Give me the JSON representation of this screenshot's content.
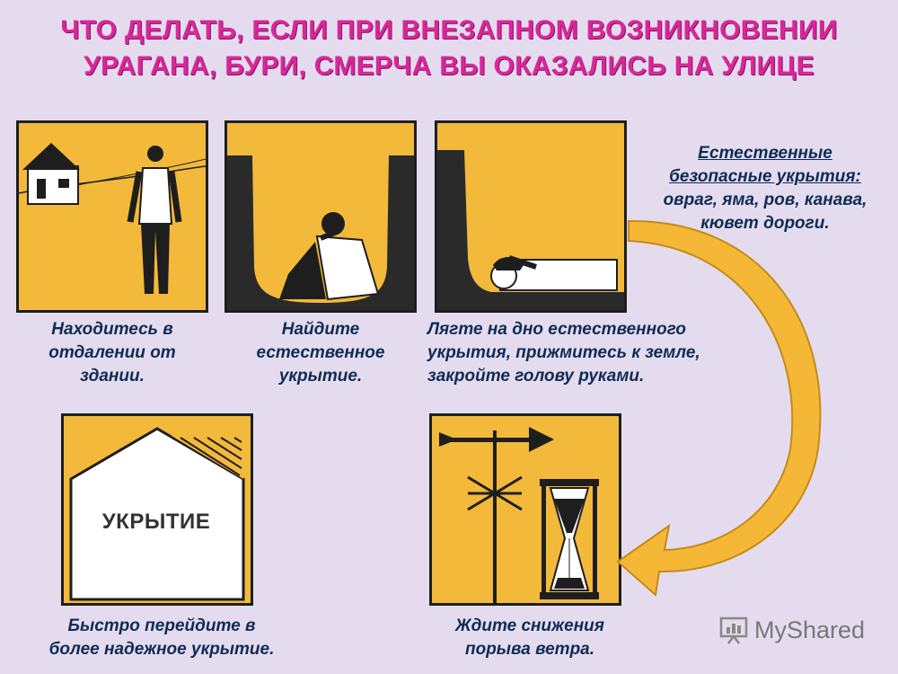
{
  "title": {
    "line1": "ЧТО ДЕЛАТЬ, ЕСЛИ ПРИ ВНЕЗАПНОМ ВОЗНИКНОВЕНИИ",
    "line2": "УРАГАНА, БУРИ, СМЕРЧА ВЫ ОКАЗАЛИСЬ НА УЛИЦЕ"
  },
  "captions": {
    "away": [
      "Находитесь в",
      "отдалении от",
      "здании."
    ],
    "find": [
      "Найдите",
      "естественное",
      "укрытие."
    ],
    "lie": [
      "Лягте на дно естественного",
      "укрытия, прижмитесь к земле,",
      "закройте голову руками."
    ],
    "move": [
      "Быстро перейдите в",
      "более надежное укрытие."
    ],
    "wait": [
      "Ждите снижения",
      "порыва ветра."
    ]
  },
  "note": {
    "heading": "Естественные",
    "heading2": "безопасные укрытия:",
    "line1": "овраг, яма, ров, канава,",
    "line2": "кювет дороги."
  },
  "shelter_label": "УКРЫТИЕ",
  "watermark": "MyShared",
  "colors": {
    "title": "#d8279a",
    "panel": "#f2b93b",
    "caption": "#0f2b55",
    "background": "#e4dcee"
  }
}
